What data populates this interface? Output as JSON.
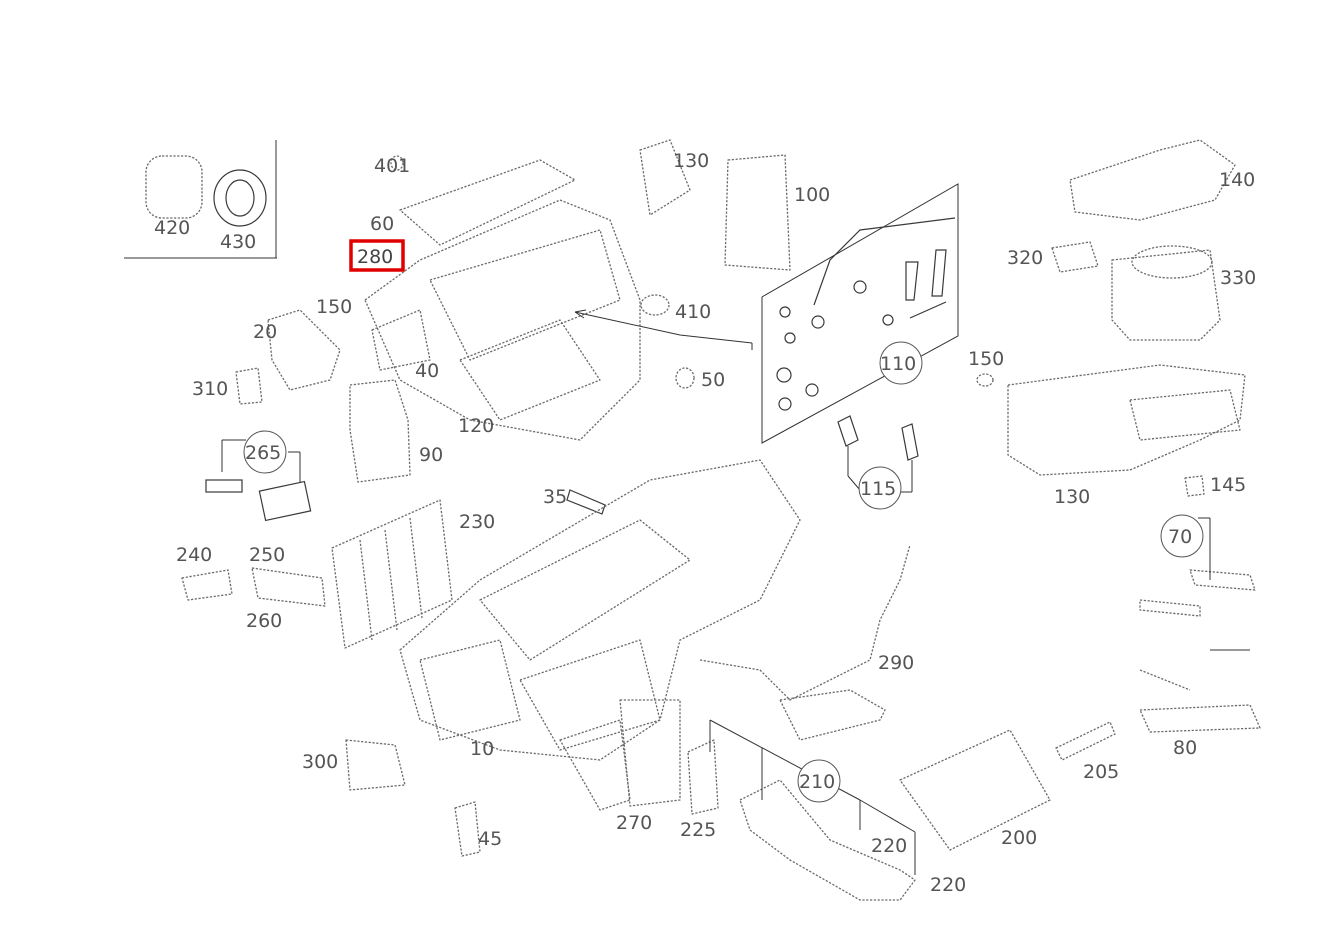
{
  "diagram": {
    "highlight_color": "#e00000",
    "selected_callout": "280",
    "callouts": {
      "c401": "401",
      "c60": "60",
      "c280": "280",
      "c150a": "150",
      "c20": "20",
      "c310": "310",
      "c120": "120",
      "c90": "90",
      "c265": "265",
      "c40": "40",
      "c410": "410",
      "c50": "50",
      "c130a": "130",
      "c100": "100",
      "c110": "110",
      "c115": "115",
      "c150b": "150",
      "c140": "140",
      "c320": "320",
      "c330": "330",
      "c130b": "130",
      "c145": "145",
      "c70": "70",
      "c80": "80",
      "c205": "205",
      "c200": "200",
      "c35": "35",
      "c230": "230",
      "c240": "240",
      "c250": "250",
      "c260": "260",
      "c290": "290",
      "c300": "300",
      "c10": "10",
      "c45": "45",
      "c270": "270",
      "c225": "225",
      "c210": "210",
      "c220a": "220",
      "c220b": "220",
      "c420": "420",
      "c430": "430"
    }
  }
}
